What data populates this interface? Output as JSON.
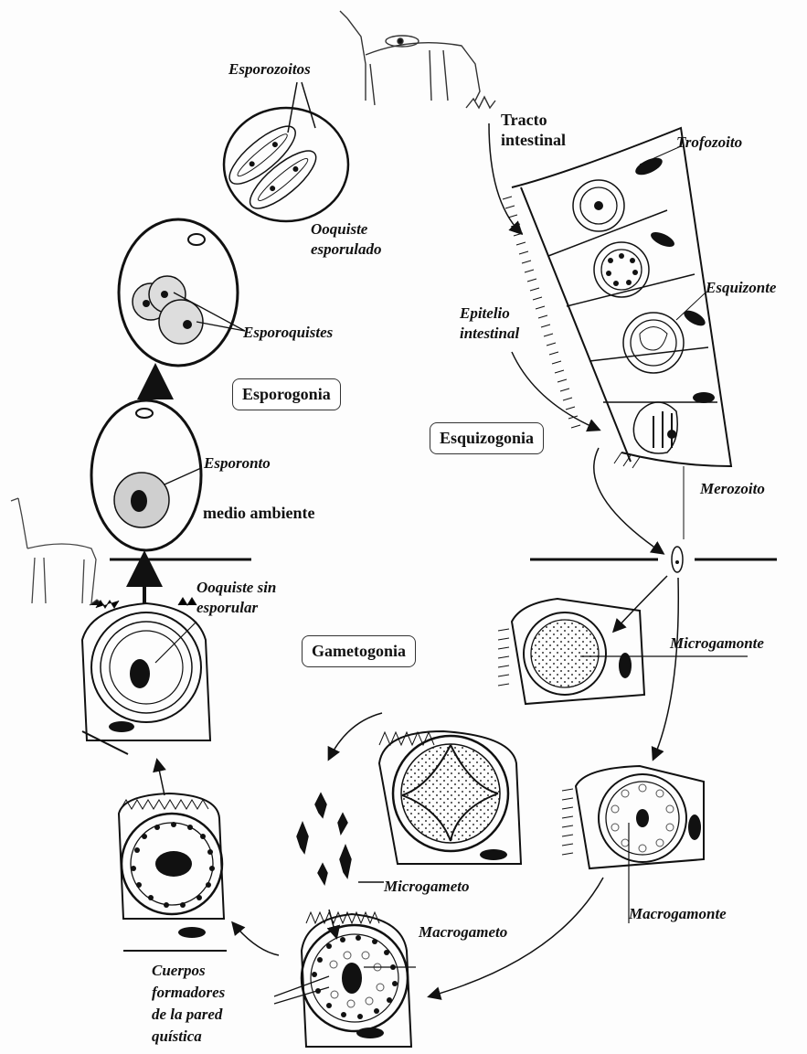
{
  "labels": {
    "esporozoitos": "Esporozoitos",
    "tracto_intestinal": "Tracto\nintestinal",
    "trofozoito": "Trofozoito",
    "ooquiste_esporulado": "Ooquiste\nesporulado",
    "esquizonte": "Esquizonte",
    "epitelio_intestinal": "Epitelio\nintestinal",
    "esporoquistes": "Esporoquistes",
    "esporogonia": "Esporogonia",
    "esquizogonia": "Esquizogonia",
    "esporonto": "Esporonto",
    "medio_ambiente": "medio ambiente",
    "merozoito": "Merozoito",
    "ooquiste_sin_esporular": "Ooquiste sin\nesporular",
    "gametogonia": "Gametogonia",
    "microgamonte": "Microgamonte",
    "microgameto": "Microgameto",
    "macrogameto": "Macrogameto",
    "macrogamonte": "Macrogamonte",
    "cuerpos_formadores": "Cuerpos\nformadores\nde la pared\nquística"
  },
  "icons": {
    "animal_top": "grazing-camelid-icon",
    "animal_left": "standing-llama-icon"
  }
}
